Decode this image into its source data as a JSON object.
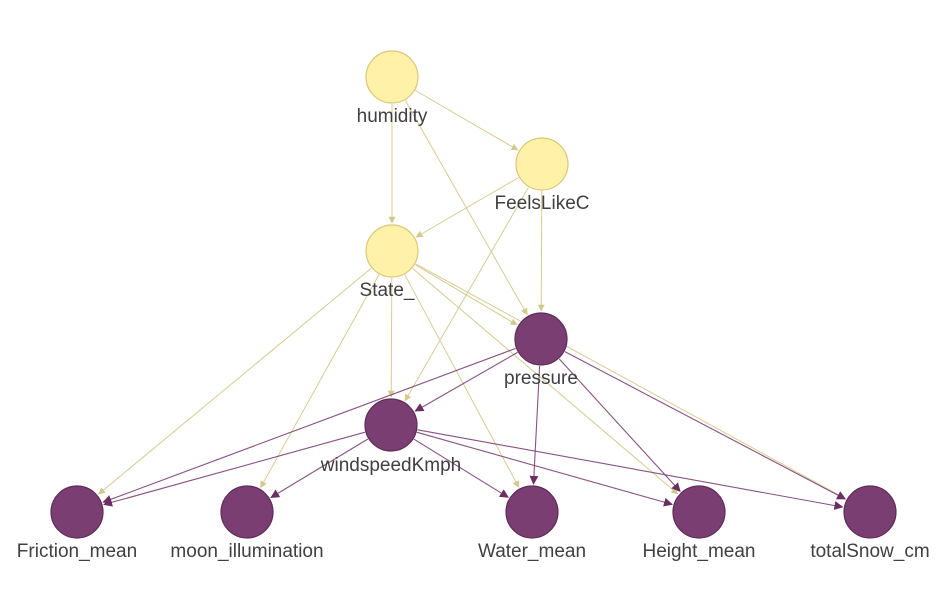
{
  "colors": {
    "light_node_fill": "#fff2a8",
    "light_node_stroke": "#d9c77a",
    "dark_node_fill": "#7a3e72",
    "dark_node_stroke": "#5e2c57",
    "light_edge": "#d4c98c",
    "dark_edge": "#7b3f73",
    "label": "#404040"
  },
  "nodes": [
    {
      "id": "humidity",
      "label": "humidity",
      "kind": "light"
    },
    {
      "id": "FeelsLikeC",
      "label": "FeelsLikeC",
      "kind": "light"
    },
    {
      "id": "State_",
      "label": "State_",
      "kind": "light"
    },
    {
      "id": "pressure",
      "label": "pressure",
      "kind": "dark"
    },
    {
      "id": "windspeedKmph",
      "label": "windspeedKmph",
      "kind": "dark"
    },
    {
      "id": "Friction_mean",
      "label": "Friction_mean",
      "kind": "dark"
    },
    {
      "id": "moon_illumination",
      "label": "moon_illumination",
      "kind": "dark"
    },
    {
      "id": "Water_mean",
      "label": "Water_mean",
      "kind": "dark"
    },
    {
      "id": "Height_mean",
      "label": "Height_mean",
      "kind": "dark"
    },
    {
      "id": "totalSnow_cm",
      "label": "totalSnow_cm",
      "kind": "dark"
    }
  ],
  "edges": [
    {
      "from": "humidity",
      "to": "FeelsLikeC",
      "kind": "light"
    },
    {
      "from": "humidity",
      "to": "State_",
      "kind": "light"
    },
    {
      "from": "humidity",
      "to": "pressure",
      "kind": "light"
    },
    {
      "from": "FeelsLikeC",
      "to": "State_",
      "kind": "light"
    },
    {
      "from": "FeelsLikeC",
      "to": "pressure",
      "kind": "light"
    },
    {
      "from": "FeelsLikeC",
      "to": "windspeedKmph",
      "kind": "light"
    },
    {
      "from": "State_",
      "to": "pressure",
      "kind": "light"
    },
    {
      "from": "State_",
      "to": "windspeedKmph",
      "kind": "light"
    },
    {
      "from": "State_",
      "to": "Friction_mean",
      "kind": "light"
    },
    {
      "from": "State_",
      "to": "moon_illumination",
      "kind": "light"
    },
    {
      "from": "State_",
      "to": "Water_mean",
      "kind": "light"
    },
    {
      "from": "State_",
      "to": "Height_mean",
      "kind": "light"
    },
    {
      "from": "State_",
      "to": "totalSnow_cm",
      "kind": "light"
    },
    {
      "from": "pressure",
      "to": "windspeedKmph",
      "kind": "dark"
    },
    {
      "from": "pressure",
      "to": "Friction_mean",
      "kind": "dark"
    },
    {
      "from": "pressure",
      "to": "Water_mean",
      "kind": "dark"
    },
    {
      "from": "pressure",
      "to": "Height_mean",
      "kind": "dark"
    },
    {
      "from": "pressure",
      "to": "totalSnow_cm",
      "kind": "dark"
    },
    {
      "from": "windspeedKmph",
      "to": "Friction_mean",
      "kind": "dark"
    },
    {
      "from": "windspeedKmph",
      "to": "moon_illumination",
      "kind": "dark"
    },
    {
      "from": "windspeedKmph",
      "to": "Water_mean",
      "kind": "dark"
    },
    {
      "from": "windspeedKmph",
      "to": "Height_mean",
      "kind": "dark"
    },
    {
      "from": "windspeedKmph",
      "to": "totalSnow_cm",
      "kind": "dark"
    }
  ]
}
